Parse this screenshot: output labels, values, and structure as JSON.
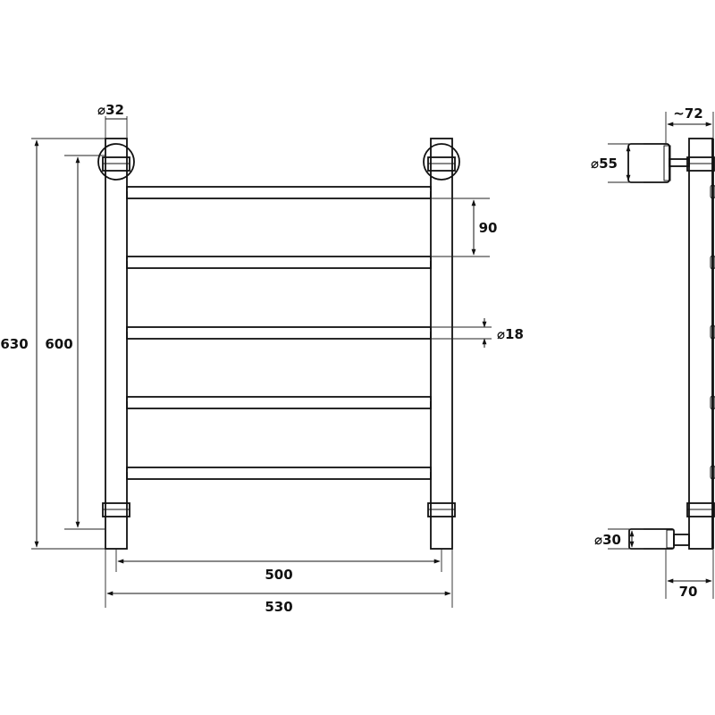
{
  "colors": {
    "line": "#111111",
    "metal": "#d9d9d9",
    "metal_dark": "#bfbfbf",
    "background": "#ffffff"
  },
  "front_view": {
    "dims": {
      "pipe_diameter": "⌀32",
      "total_height": "630",
      "mount_height": "600",
      "bar_spacing": "90",
      "bar_diameter": "⌀18",
      "inner_width": "500",
      "total_width": "530"
    }
  },
  "side_view": {
    "dims": {
      "depth": "~72",
      "top_flange": "⌀55",
      "bottom_flange": "⌀30",
      "bottom_offset": "70"
    }
  }
}
